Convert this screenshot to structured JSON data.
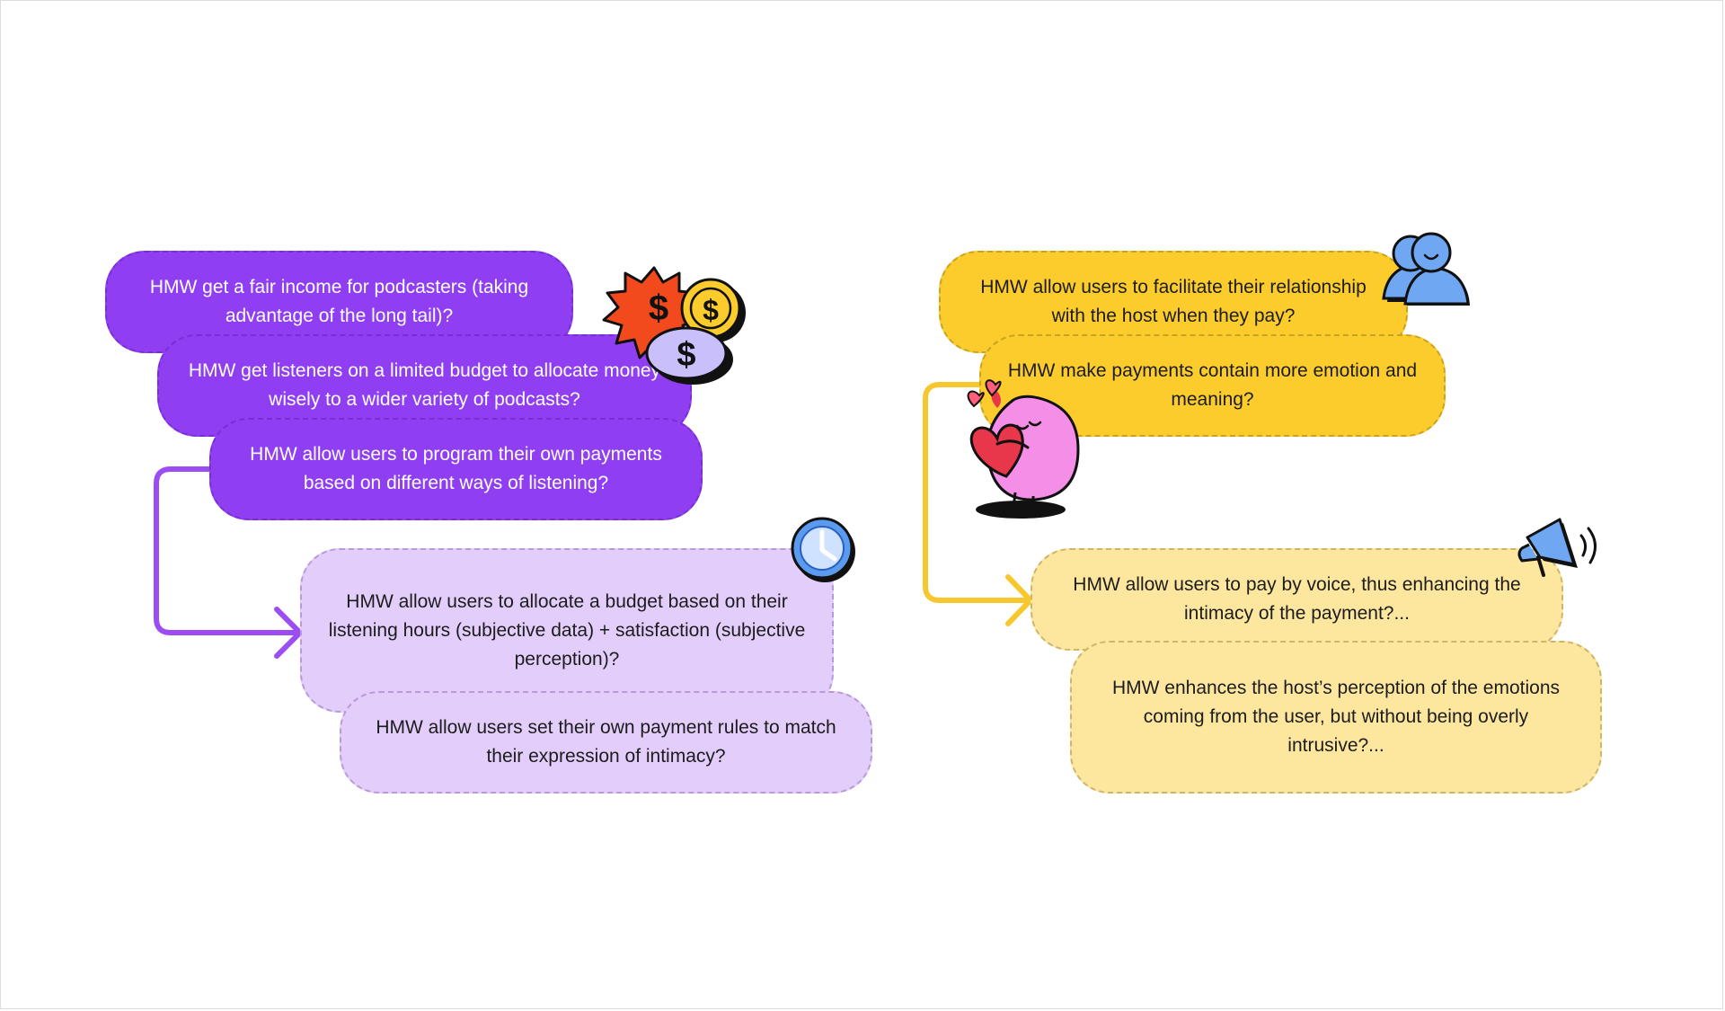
{
  "groups": [
    {
      "name": "",
      "cards": [
        {
          "text": "HMW get a fair income for podcasters (taking advantage of the long tail)?"
        },
        {
          "text": "HMW get listeners on a limited budget to allocate money wisely to a wider variety of podcasts?"
        },
        {
          "text": "HMW allow users to program their own payments based on different ways of listening?"
        },
        {
          "text": "HMW allow users to allocate a budget based on their listening hours (subjective data) + satisfaction (subjective perception)?"
        },
        {
          "text": "HMW allow users set their own payment rules to match their expression of intimacy?"
        }
      ]
    },
    {
      "name": "",
      "cards": [
        {
          "text": "HMW allow users to facilitate their relationship with the host when they pay?"
        },
        {
          "text": "HMW make payments contain more emotion and meaning?"
        },
        {
          "text": "HMW allow users to pay by voice, thus enhancing the intimacy of the payment?..."
        },
        {
          "text": "HMW enhances the host’s perception of the emotions coming from the user, but without being overly intrusive?..."
        }
      ]
    }
  ],
  "colors": {
    "purple_dark": "#8f3ff1",
    "purple_light": "#e3cdfb",
    "purple_arrow": "#9b4df3",
    "yellow_dark": "#fbcc2c",
    "yellow_light": "#fde79e",
    "yellow_arrow": "#f7c72d"
  },
  "icons": [
    "money-coins-icon",
    "clock-icon",
    "users-icon",
    "heart-hug-character-icon",
    "megaphone-icon"
  ]
}
